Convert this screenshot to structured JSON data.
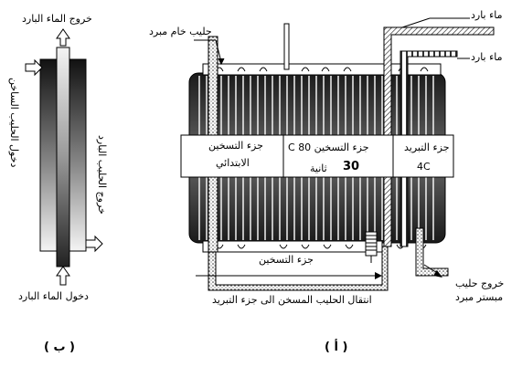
{
  "panel_b": {
    "label": "( ب )",
    "cold_water_out": "خروج الماء البارد",
    "cold_water_in": "دخول الماء البارد",
    "hot_milk_in": "دخول الحليب الساخن",
    "cold_milk_out": "خروج الحليب البارد"
  },
  "panel_a": {
    "label": "( أ )",
    "raw_milk": "حليب خام مبرد",
    "cold_water_1": "ماء بارد",
    "cold_water_2": "ماء بارد",
    "preheat_section_line1": "جزء التسخين",
    "preheat_section_line2": "الابتدائي",
    "heating_section_title": "جزء التسخين 80 C",
    "heating_seconds_value": "30",
    "heating_seconds_unit": "ثانية",
    "cooling_section_title": "جزء التبريد",
    "cooling_temp": "4C",
    "heating_section_bottom": "جزء التسخين",
    "transfer_label": "انتقال الحليب المسخن الى جزء التبريد",
    "milk_out_line1": "خروج حليب",
    "milk_out_line2": "مبستر مبرد"
  }
}
